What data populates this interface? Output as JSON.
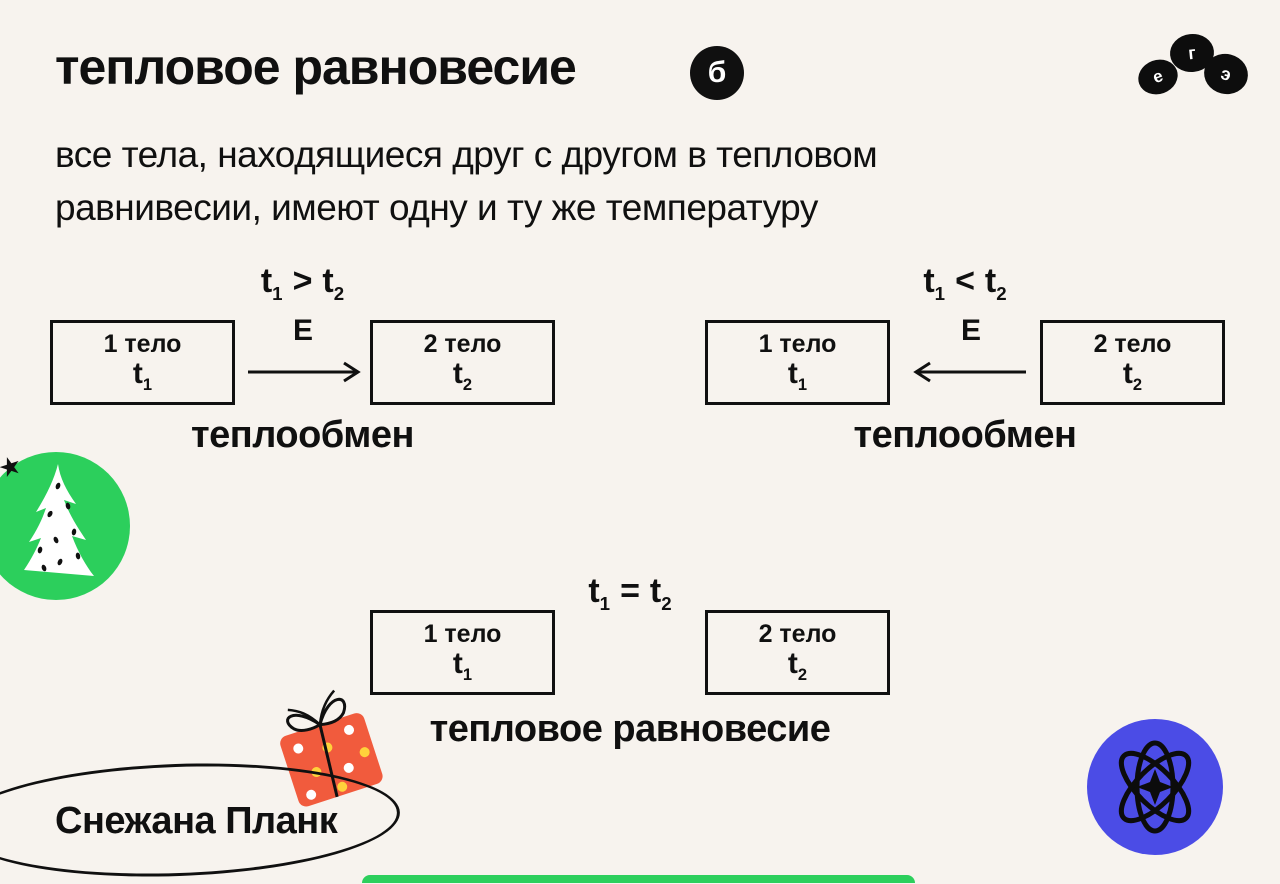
{
  "page": {
    "background": "#f7f3ee",
    "text_color": "#101010"
  },
  "header": {
    "title": "тепловое равновесие",
    "badge_letter": "б",
    "ege_logo": {
      "letters": [
        "е",
        "г",
        "э"
      ]
    }
  },
  "definition": {
    "line1": "все тела, находящиеся друг с другом в тепловом",
    "line2": "равнивесии, имеют одну и ту же температуру"
  },
  "diagrams": {
    "heat_transfer_right": {
      "condition": {
        "lhs": "t",
        "lhs_sub": "1",
        "op": ">",
        "rhs": "t",
        "rhs_sub": "2"
      },
      "energy_label": "E",
      "box1": {
        "label": "1 тело",
        "symbol": "t",
        "symbol_sub": "1"
      },
      "box2": {
        "label": "2 тело",
        "symbol": "t",
        "symbol_sub": "2"
      },
      "caption": "теплообмен"
    },
    "heat_transfer_left": {
      "condition": {
        "lhs": "t",
        "lhs_sub": "1",
        "op": "<",
        "rhs": "t",
        "rhs_sub": "2"
      },
      "energy_label": "E",
      "box1": {
        "label": "1 тело",
        "symbol": "t",
        "symbol_sub": "1"
      },
      "box2": {
        "label": "2 тело",
        "symbol": "t",
        "symbol_sub": "2"
      },
      "caption": "теплообмен"
    },
    "equilibrium": {
      "condition": {
        "lhs": "t",
        "lhs_sub": "1",
        "op": "=",
        "rhs": "t",
        "rhs_sub": "2"
      },
      "box1": {
        "label": "1 тело",
        "symbol": "t",
        "symbol_sub": "1"
      },
      "box2": {
        "label": "2 тело",
        "symbol": "t",
        "symbol_sub": "2"
      },
      "caption": "тепловое равновесие"
    }
  },
  "footer": {
    "author": "Снежана Планк"
  },
  "decorations": {
    "green": "#2ccf5c",
    "blue": "#4b4ce6",
    "orange": "#f15b3d",
    "yellow": "#ffd23b",
    "icons": [
      "christmas-tree-icon",
      "gift-icon",
      "atom-icon"
    ]
  }
}
